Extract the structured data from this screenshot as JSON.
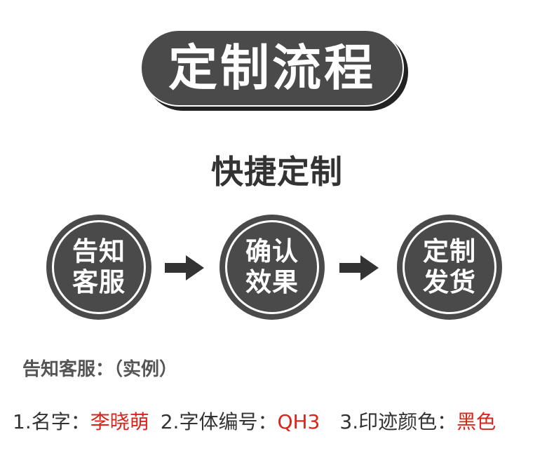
{
  "banner": {
    "title": "定制流程"
  },
  "subtitle": "快捷定制",
  "steps": [
    {
      "line1": "告知",
      "line2": "客服"
    },
    {
      "line1": "确认",
      "line2": "效果"
    },
    {
      "line1": "定制",
      "line2": "发货"
    }
  ],
  "example": {
    "label": "告知客服：（实例）"
  },
  "info": {
    "item1_label": "1.名字：",
    "item1_value": "李晓萌",
    "item2_label": "2.字体编号：",
    "item2_value": "QH3",
    "item3_label": "3.印迹颜色：",
    "item3_value": "黑色"
  },
  "colors": {
    "dark_gray": "#4a4a4a",
    "highlight_red": "#d9251c"
  }
}
